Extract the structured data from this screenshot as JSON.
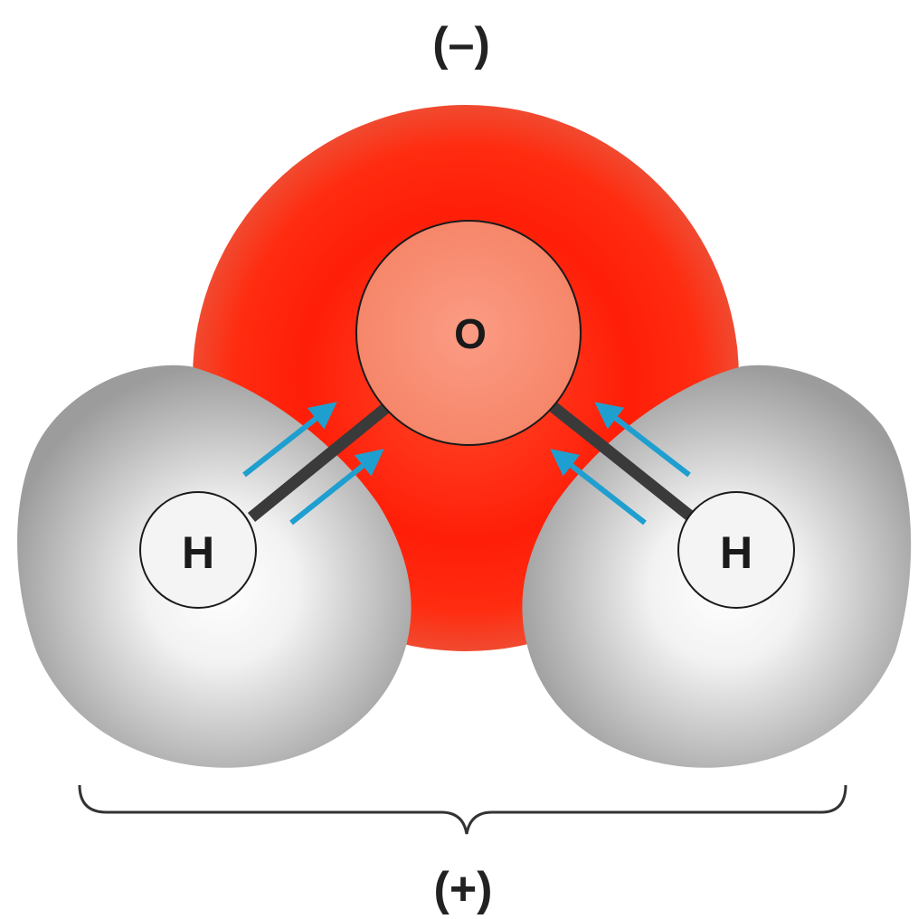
{
  "charges": {
    "negative": "(–)",
    "positive": "(+)"
  },
  "atoms": {
    "oxygen": "O",
    "hydrogen_left": "H",
    "hydrogen_right": "H"
  },
  "colors": {
    "oxygen_cloud": "#ff2a12",
    "oxygen_cloud_edge": "#f03a22",
    "oxygen_core": "#f9957c",
    "hydrogen_cloud_center": "#ffffff",
    "hydrogen_cloud_edge": "#9a9a9a",
    "bond": "#3a3a3a",
    "electron_arrow": "#1e9fd0",
    "brace": "#333333"
  }
}
